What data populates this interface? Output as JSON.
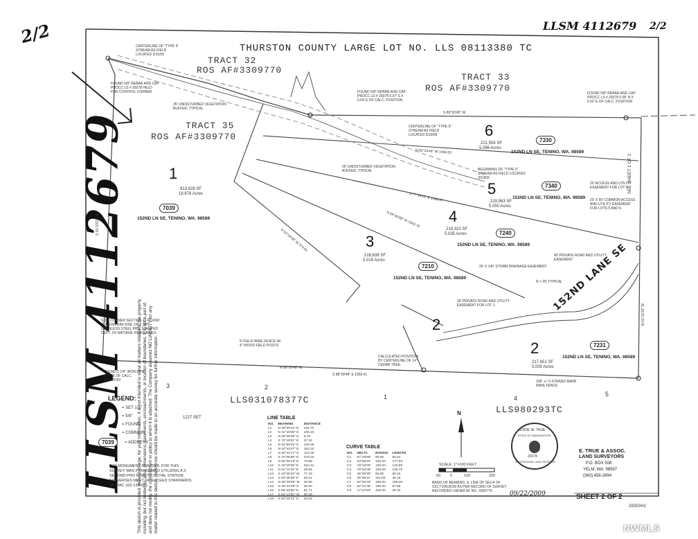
{
  "handwriting": {
    "top_right": "LLSM 4112679",
    "page_fraction": "2/2",
    "top_left": "2/2",
    "vertical": "LLSM 4112679"
  },
  "title": "THURSTON COUNTY LARGE LOT NO. LLS 08113380 TC",
  "tracts": [
    {
      "name": "TRACT 32",
      "ros": "ROS AF#3309770"
    },
    {
      "name": "TRACT 33",
      "ros": "ROS AF#3309770"
    },
    {
      "name": "TRACT 35",
      "ros": "ROS AF#3309770"
    }
  ],
  "lots": [
    {
      "num": "1",
      "area": "813,628 SF",
      "acres": "18.678 Acres",
      "addr_no": "7039",
      "addr": "152ND LN SE, TENINO, WA. 98589"
    },
    {
      "num": "2",
      "area": "217,651 SF",
      "acres": "5.000 Acres",
      "addr_no": "7231",
      "addr": "152ND LN SE, TENINO, WA. 98589"
    },
    {
      "num": "3",
      "area": "218,639 SF",
      "acres": "5.019 Acres",
      "addr_no": "7210",
      "addr": "152ND LN SE, TENINO, WA. 98589"
    },
    {
      "num": "4",
      "area": "219,323 SF",
      "acres": "5.035 Acres",
      "addr_no": "7240",
      "addr": "152ND LN SE, TENINO, WA. 98589"
    },
    {
      "num": "5",
      "area": "219,963 SF",
      "acres": "5.050 Acres",
      "addr_no": "7340",
      "addr": "152ND LN SE, TENINO, WA. 98589"
    },
    {
      "num": "6",
      "area": "221,554 SF",
      "acres": "5.086 Acres",
      "addr_no": "7330",
      "addr": "152ND LN SE, TENINO, WA. 98589"
    }
  ],
  "road_name": "152ND LANE SE",
  "see_sheet": "SEE SHEET 1 OF 2",
  "bottom_refs": [
    "LLS031078377C",
    "LLS980293TC"
  ],
  "bottom_lot_nums": [
    "3",
    "2",
    "1",
    "4",
    "5"
  ],
  "bearings": {
    "top": "S 89°26'45\" W",
    "n86": "N 83°24'46\" W 1466.63",
    "s77": "S 77°26'23\" E 1436.97",
    "n69": "N 69°42'08\" W 1303.70",
    "n54": "N 54°18'46\" W 374.81",
    "s88": "S 88°28'48\" E 1992.41",
    "n86b": "N 86°26'48\" W",
    "w_line": "S 01°23'23\" W",
    "e_line": "N 01°11'23\" W"
  },
  "notes": {
    "stream1": "CENTERLINE OF \"TYPE 5\" STREAM AS FIELD LOCATED 3/11/09",
    "buffer1": "25' UNDISTURBED VEGETATION BUFFER, TYPICAL",
    "stream2": "CENTERLINE OF \"TYPE 5\" STREAM AS FIELD LOCATED 3/10/09",
    "buffer2": "25' UNDISTURBED VEGETATION BUFFER, TYPICAL",
    "beginning": "BEGINNING OF \"TYPE 5\" STREAM AS FIELD LOCATED 3/10/09",
    "access": "20' ACCESS AND UTILITY EASEMENT FOR LOT 6.",
    "access2": "20' X 60' COMMON ACCESS AND UTILITY EASEMENT FOR LOTS 5 AND 6.",
    "private_road": "40' PRIVATE ROAD AND UTILITY EASEMENT",
    "storm": "20' X 140' STORM DRAINAGE EASEMENT",
    "private_road2": "30' PRIVATE ROAD AND UTILITY EASEMENT FOR LOT 1.",
    "r25": "R = 25' TYPICAL",
    "corner": "S 1/4 CORNER SECTION 15 FOUND 3\" ALUMINUM DISK ON 2 3/8\" STAINLESS STEEL PIPE STAMPED DEPT. OF NATURAL RESOURCES",
    "calc": "CALCULATED POSITION BY CENTERLINE OF 14\" CEDAR TREE.",
    "rebar1": "FOUND 5/8\" REBAR AND CAP PROCC LS # 29278 HELD FOR CONTROL CORNER",
    "rebar2": "FOUND 5/8\" REBAR AND CAP PROCC LS # 29278 0.07' S X 0.04' E OF CALC. POSITION",
    "rebar3": "FOUND 5/8\" REBAR AND CAP PROCC LS # 29278 0.05' N X 0.02' E OF CALC. POSITION",
    "fence": "5' FIELD WIRE FENCE W/ 4\" WOOD FIELD POSTS",
    "barbwire": "228' +/- 5-STRAND BARB WIRE FENCE",
    "iron": "FOUND 1 1/4\" IRON PIPE 0.2' SE OF CALC. POSITION"
  },
  "legend": {
    "title": "LEGEND:",
    "items": [
      "= SET 1/2\"",
      "= 5/8\"",
      "= FOUND",
      "= COMMON"
    ],
    "add_label": "= ADDRESS",
    "add_no": "7039"
  },
  "disclaimer": "This sketch is provided, without charge, for your information. It is not intended to show all matters related to the property including, but not limited to, area, dimensions, easements, encroachments, or location of boundaries. It is not a part of, and does not modify, the commitment or policy to which it is attached. The Company assumes NO LIABILITY for any matter related to this sketch. Reference should be made to an accurate survey for further information.",
  "monument": "THE MONUMENT CONTROL FOR THIS SURVEY WAS PERFORMED UTILIZING A 3 SECOND PRO ROBOTIC TOTAL STATION. TRAVERSES MEET OR EXCEED STANDARDS OF WAC 332-130-090.",
  "line_table": {
    "title": "LINE TABLE",
    "headers": [
      "NO.",
      "BEARING",
      "DISTANCE"
    ],
    "rows": [
      [
        "L1",
        "N 28°00'21\" E",
        "116.73"
      ],
      [
        "L2",
        "N 41°15'00\" E",
        "105.23"
      ],
      [
        "L3",
        "N 28°26'00\" E",
        "6.79"
      ],
      [
        "L4",
        "S 74°19'01\" E",
        "37.34"
      ],
      [
        "L5",
        "N 34°59'45\" E",
        "120.05"
      ],
      [
        "L6",
        "N 53°42'47\" E",
        "164.32"
      ],
      [
        "L7",
        "N 55°41'17\" E",
        "124.29"
      ],
      [
        "L8",
        "S 74°05'58\" E",
        "275.03"
      ],
      [
        "L9",
        "N 00°30'13\" E",
        "73.99"
      ],
      [
        "L10",
        "S 16°25'05\" E",
        "253.41"
      ],
      [
        "L11",
        "N 61°11'33\" E",
        "49.98"
      ],
      [
        "L12",
        "S 18°05'34\" W",
        "77.43"
      ],
      [
        "L13",
        "S 84°48'39\" E",
        "30.01"
      ],
      [
        "L14",
        "N 05°48'05\" W",
        "33.86"
      ],
      [
        "L15",
        "N 45°43'39\" E",
        "35.00"
      ],
      [
        "L16",
        "S 65°33'58\" E",
        "61.71"
      ],
      [
        "L17",
        "S 64°14'50\" W",
        "30.38"
      ],
      [
        "L18",
        "S 64°33'41\" E",
        "22.06"
      ]
    ]
  },
  "curve_table": {
    "title": "CURVE TABLE",
    "headers": [
      "NO.",
      "DELTA",
      "RADIUS",
      "LENGTH"
    ],
    "rows": [
      [
        "C1",
        "67°19'56\"",
        "80.00",
        "94.01"
      ],
      [
        "C2",
        "33°56'24\"",
        "120.00",
        "177.93"
      ],
      [
        "C3",
        "78°16'00\"",
        "100.00",
        "133.88"
      ],
      [
        "C4",
        "79°54'09\"",
        "100.00",
        "139.70"
      ],
      [
        "C5",
        "45°08'30\"",
        "60.00",
        "60.23"
      ],
      [
        "C6",
        "25°05'11\"",
        "110.00",
        "48.16"
      ],
      [
        "C7",
        "82°00'18\"",
        "108.00",
        "155.26"
      ],
      [
        "C8",
        "52°41'05\"",
        "100.00",
        "57.65"
      ],
      [
        "C9",
        "17°22'53\"",
        "100.00",
        "30.34"
      ]
    ]
  },
  "basis": "BASIS OF BEARING: S. LINE OF SE1/4 OF S15,T16N,R1W AS PER RECORD OF SURVEY RECORDED UNDER AF NO. 3309770.",
  "scale": {
    "label": "SCALE: 1\"=100 FEET",
    "ticks": [
      "50",
      "0",
      "100",
      "200"
    ]
  },
  "surveyor": {
    "name": "E. TRUE & ASSOC.",
    "sub": "LAND SURVEYORS",
    "box": "P.O. BOX 508",
    "city": "YELM, WA. 98597",
    "phone": "(360) 458-2894"
  },
  "seal": {
    "name": "EDDIE W. TRUE",
    "sub": "STATE OF WASHINGTON",
    "lic": "29278",
    "ring": "PROFESSIONAL LAND SURVEYOR"
  },
  "date": "09/22/2009",
  "sheet": "SHEET 2 OF 2",
  "job": "2835SH2",
  "watermark": "NWMLS",
  "north_label": "N",
  "set_label": "1227 SET"
}
